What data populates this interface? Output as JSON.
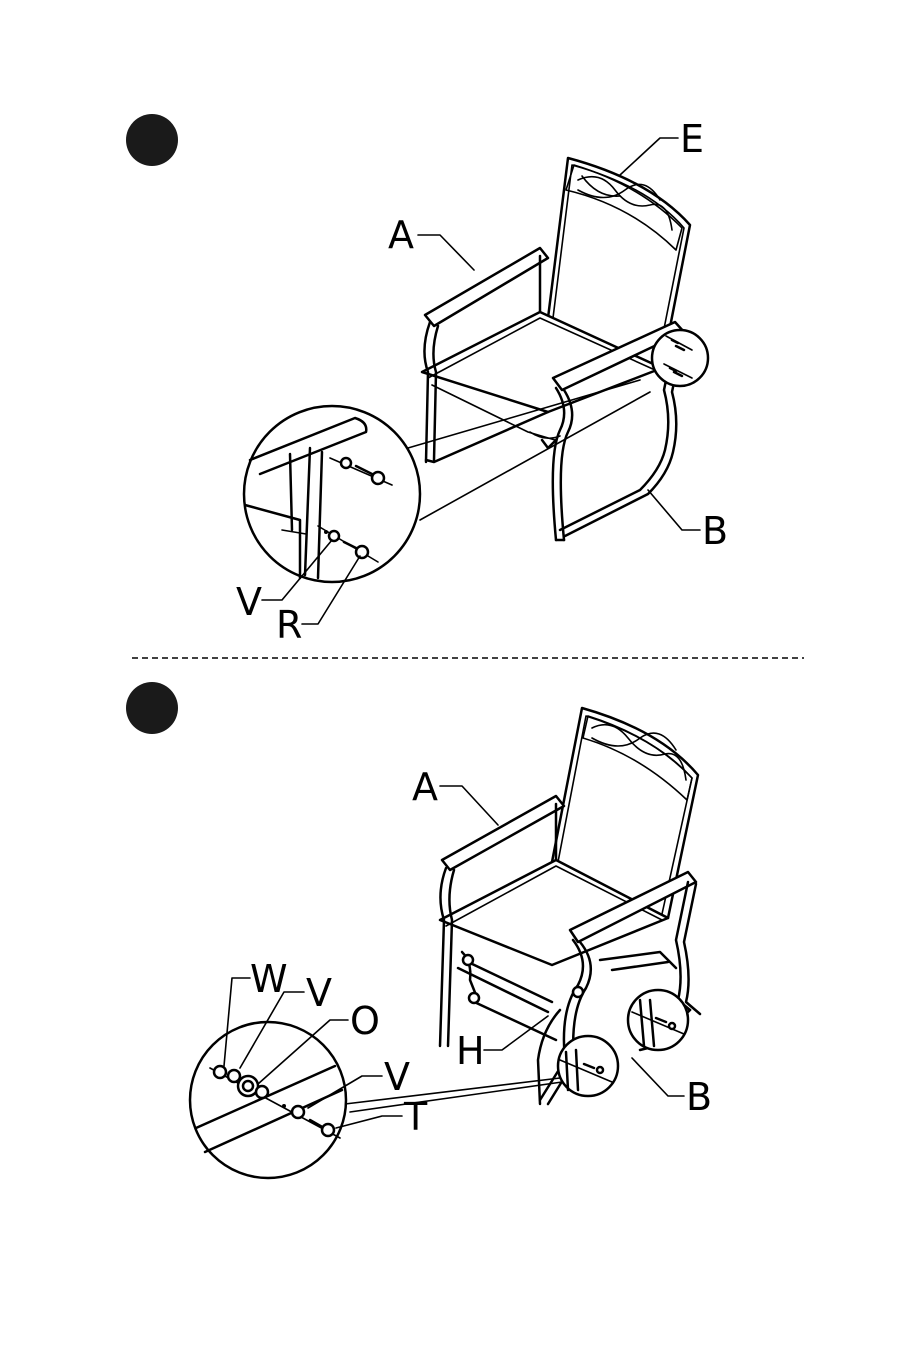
{
  "steps": [
    {
      "marker_color": "#1a1a1a",
      "labels": {
        "E": "E",
        "A": "A",
        "B": "B",
        "V": "V",
        "R": "R"
      }
    },
    {
      "marker_color": "#1a1a1a",
      "labels": {
        "A": "A",
        "W": "W",
        "V1": "V",
        "O": "O",
        "V2": "V",
        "T": "T",
        "H": "H",
        "B": "B"
      }
    }
  ],
  "divider": {
    "style": "dashed",
    "color": "#000000"
  }
}
